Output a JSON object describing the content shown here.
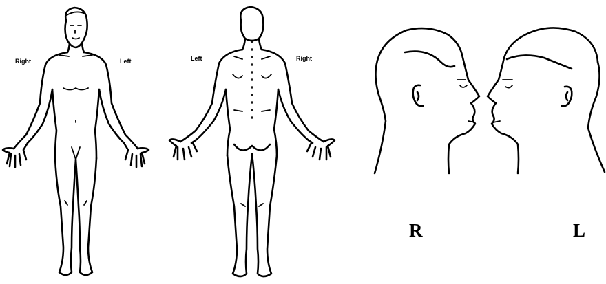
{
  "front_view": {
    "right_label": "Right",
    "left_label": "Left"
  },
  "back_view": {
    "left_label": "Left",
    "right_label": "Right"
  },
  "face_profiles": {
    "right_letter": "R",
    "left_letter": "L"
  }
}
